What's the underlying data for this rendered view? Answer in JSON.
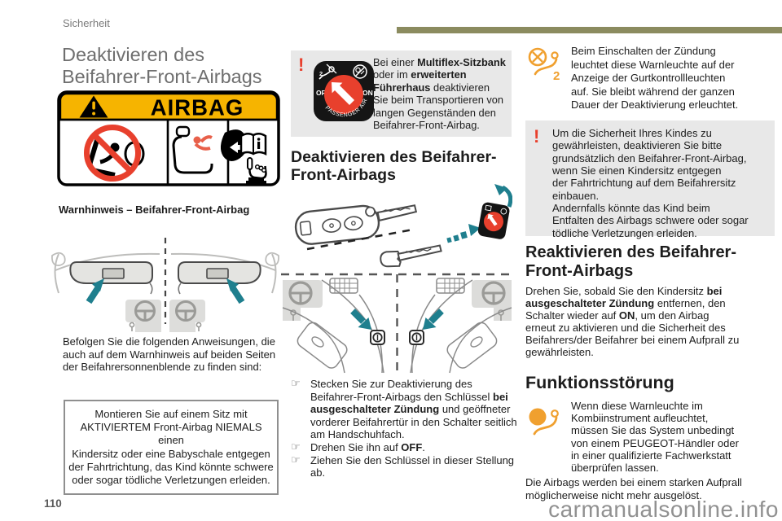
{
  "page": {
    "section_label": "Sicherheit",
    "page_number": "110",
    "watermark": "carmanualsonline.info"
  },
  "colors": {
    "accent_bar": "#8b8b5f",
    "warning_red": "#e8402d",
    "telltale_orange": "#f0a02f",
    "arrow_teal": "#1f7f8e",
    "label_yellow": "#f6b400",
    "note_box_gray": "#e8e8e8"
  },
  "left": {
    "title": "Deaktivieren des\nBeifahrer-Front-Airbags",
    "airbag_label": {
      "title": "AIRBAG",
      "caption": "Warnhinweis – Beifahrer-Front-Airbag"
    },
    "intro": "Befolgen Sie die folgenden Anweisungen, die\nauch auf dem Warnhinweis auf beiden Seiten\nder Beifahrersonnenblende zu finden sind:",
    "warning_box": "Montieren Sie auf einem Sitz mit\nAKTIVIERTEM Front-Airbag NIEMALS einen\nKindersitz oder eine Babyschale entgegen\nder Fahrtrichtung, das Kind könnte schwere\noder sogar tödliche Verletzungen erleiden."
  },
  "middle": {
    "warning_mark": "!",
    "switch_icon": {
      "off": "OFF",
      "on": "ON",
      "ring_label": "PASSENGER AIRBAG"
    },
    "note": [
      {
        "t": "Bei einer "
      },
      {
        "t": "Multiflex-Sitzbank",
        "b": true
      },
      {
        "t": "\noder im "
      },
      {
        "t": "erweiterten\nFührerhaus",
        "b": true
      },
      {
        "t": " deaktivieren\nSie beim Transportieren von\nlangen Gegenständen den\nBeifahrer-Front-Airbag."
      }
    ],
    "heading": "Deaktivieren des Beifahrer-\nFront-Airbags",
    "step_marker": "☞",
    "steps": [
      [
        {
          "t": "Stecken Sie zur Deaktivierung des\nBeifahrer-Front-Airbags den Schlüssel "
        },
        {
          "t": "bei\nausgeschalteter Zündung",
          "b": true
        },
        {
          "t": " und geöffneter\nvorderer Beifahrertür in den Schalter seitlich\nam Handschuhfach."
        }
      ],
      [
        {
          "t": "Drehen Sie ihn auf "
        },
        {
          "t": "OFF",
          "b": true
        },
        {
          "t": "."
        }
      ],
      [
        {
          "t": "Ziehen Sie den Schlüssel in dieser Stellung\nab."
        }
      ]
    ]
  },
  "right": {
    "warning_mark": "!",
    "deactivated_light_badge": "2",
    "deactivated_light_note": "Beim Einschalten der Zündung\nleuchtet diese Warnleuchte auf der\nAnzeige der Gurtkontrollleuchten\nauf. Sie bleibt während der ganzen\nDauer der Deaktivierung erleuchtet.",
    "child_seat_box": "Um die Sicherheit Ihres Kindes zu\ngewährleisten, deaktivieren Sie bitte\ngrundsätzlich den Beifahrer-Front-Airbag,\nwenn Sie einen Kindersitz entgegen\nder Fahrtrichtung auf dem Beifahrersitz\neinbauen.\nAndernfalls könnte das Kind beim\nEntfalten des Airbags schwere oder sogar\ntödliche Verletzungen erleiden.",
    "reactivate_heading": "Reaktivieren des Beifahrer-\nFront-Airbags",
    "reactivate_text": [
      {
        "t": "Drehen Sie, sobald Sie den Kindersitz "
      },
      {
        "t": "bei\nausgeschalteter Zündung",
        "b": true
      },
      {
        "t": " entfernen, den\nSchalter wieder auf "
      },
      {
        "t": "ON",
        "b": true
      },
      {
        "t": ", um den Airbag\nerneut zu aktivieren und die Sicherheit des\nBeifahrers/der Beifahrer bei einem Aufprall zu\ngewährleisten."
      }
    ],
    "malfunction_heading": "Funktionsstörung",
    "malfunction_note": "Wenn diese Warnleuchte im\nKombiinstrument aufleuchtet,\nmüssen Sie das System unbedingt\nvon einem PEUGEOT-Händler oder\nin einer qualifizierte Fachwerkstatt\nüberprüfen lassen.",
    "malfunction_footer": "Die Airbags werden bei einem starken Aufprall\nmöglicherweise nicht mehr ausgelöst."
  }
}
